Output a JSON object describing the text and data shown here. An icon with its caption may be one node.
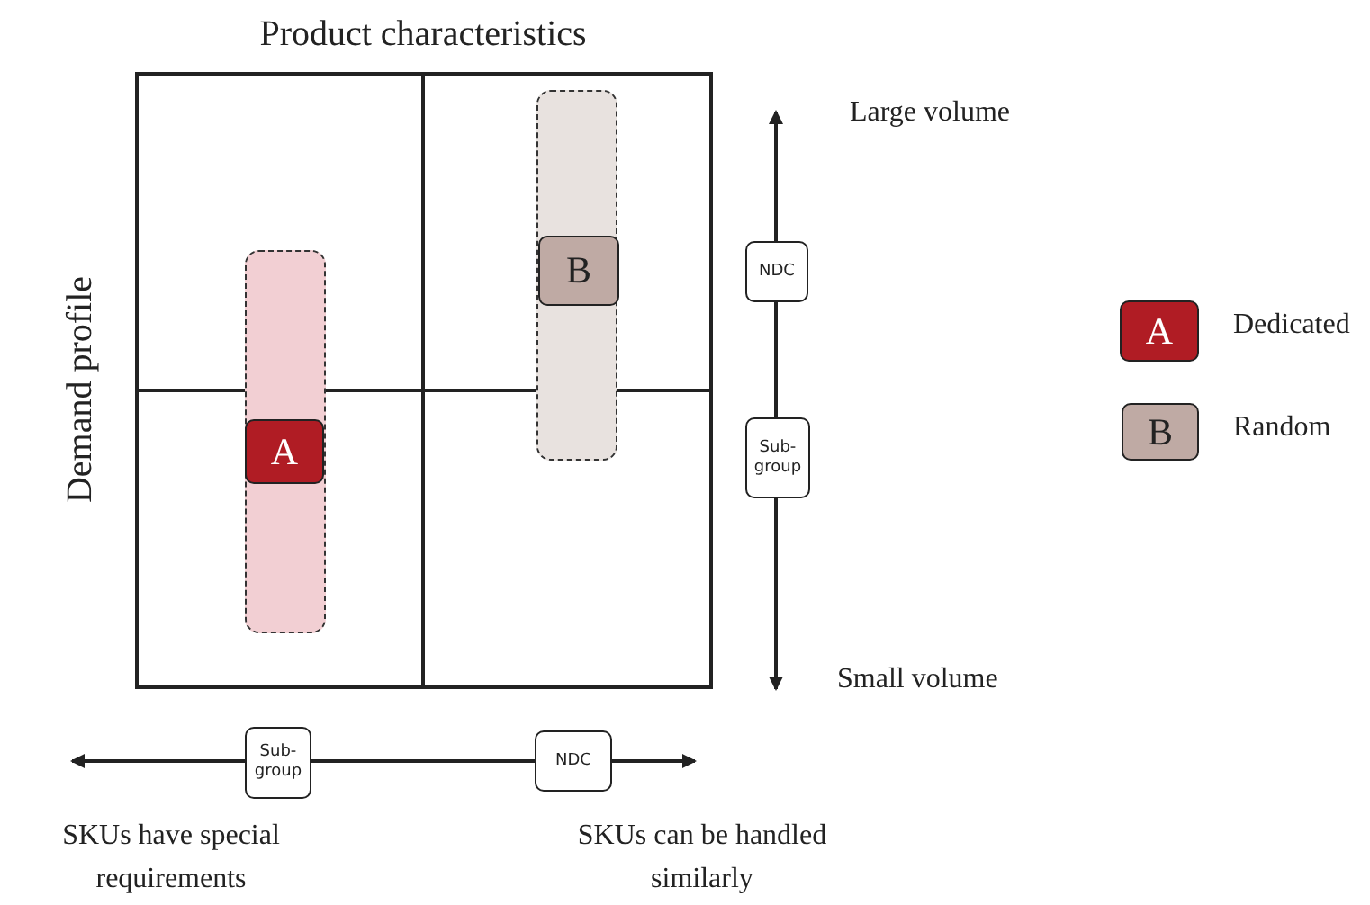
{
  "diagram": {
    "nodes": [
      {
        "text": [],
        "shape": "box"
      },
      {
        "text": [],
        "shape": "bar",
        "in": 0
      },
      {
        "text": [
          "A"
        ],
        "in": 1
      },
      {
        "text": [],
        "shape": "bar",
        "in": 0
      },
      {
        "text": [
          "B"
        ],
        "in": 3
      },
      {
        "text": [
          "NDC"
        ]
      },
      {
        "text": [
          "Sub-group"
        ]
      },
      {
        "text": [
          "Sub-group"
        ]
      },
      {
        "text": [
          "NDC"
        ]
      }
    ],
    "edges": [],
    "labels": [
      "Product characteristics",
      "Demand profile",
      "Large volume",
      "Small volume",
      "SKUs have special requirements",
      "SKUs can be handled similarly",
      "A",
      "B"
    ],
    "legend": [
      {
        "text": "Dedicated",
        "color": "#b01c24"
      },
      {
        "text": "Random",
        "color": "#bfaaa4"
      }
    ]
  }
}
